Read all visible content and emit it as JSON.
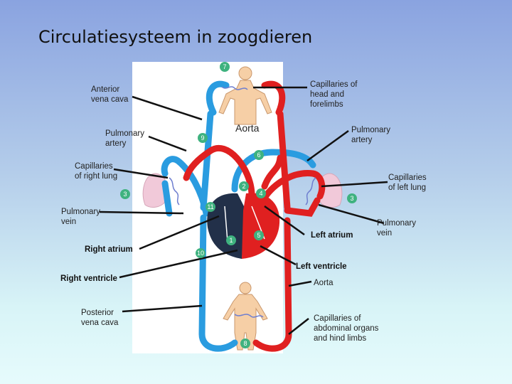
{
  "title": "Circulatiesysteem in zoogdieren",
  "labels": {
    "anterior_vena_cava": "Anterior\nvena cava",
    "capillaries_head": "Capillaries of\nhead and\nforelimbs",
    "pulmonary_artery_left": "Pulmonary\nartery",
    "aorta_top": "Aorta",
    "pulmonary_artery_right": "Pulmonary\nartery",
    "capillaries_right_lung": "Capillaries\nof right lung",
    "capillaries_left_lung": "Capillaries\nof left lung",
    "pulmonary_vein_left": "Pulmonary\nvein",
    "pulmonary_vein_right": "Pulmonary\nvein",
    "left_atrium": "Left atrium",
    "right_atrium": "Right atrium",
    "left_ventricle": "Left ventricle",
    "right_ventricle": "Right ventricle",
    "aorta_bottom": "Aorta",
    "posterior_vena_cava": "Posterior\nvena cava",
    "capillaries_abdominal": "Capillaries of\nabdominal organs\nand hind limbs"
  },
  "numbers": [
    "7",
    "9",
    "6",
    "2",
    "3",
    "4",
    "3",
    "11",
    "1",
    "5",
    "10",
    "8"
  ],
  "colors": {
    "oxygenated": "#e02020",
    "deoxygenated": "#2a9ce0",
    "badge": "#3fb27f",
    "skin": "#f6cfa6",
    "lung": "#f1c9d9"
  }
}
